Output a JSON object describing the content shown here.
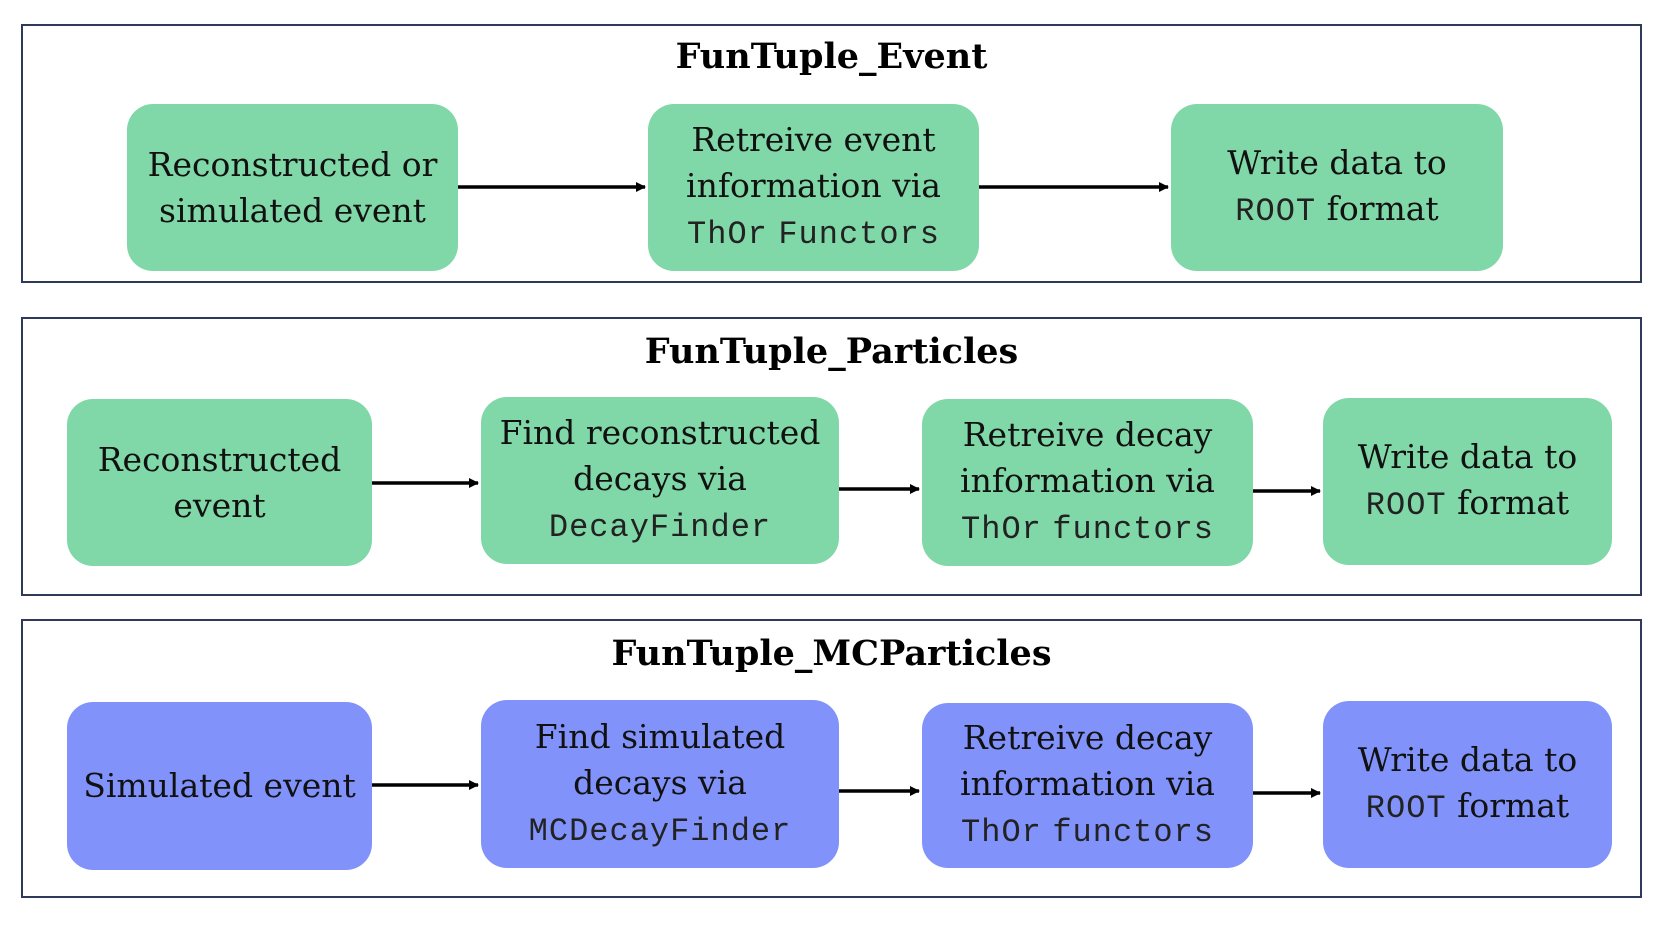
{
  "colors": {
    "green": "#80d7a7",
    "blue": "#8193fb",
    "border": "#2f3a5a",
    "arrow": "#000000"
  },
  "panels": [
    {
      "title": "FunTuple_Event",
      "boxes": [
        {
          "l1": "Reconstructed or",
          "l2": "simulated event",
          "m1": "",
          "m2": ""
        },
        {
          "l1": "Retreive event",
          "l2": "information via",
          "m1": "ThOr",
          "m2": "Functors"
        },
        {
          "l1": "Write data to",
          "l2": "format",
          "m1": "ROOT",
          "m2": ""
        }
      ]
    },
    {
      "title": "FunTuple_Particles",
      "boxes": [
        {
          "l1": "Reconstructed",
          "l2": "event",
          "m1": "",
          "m2": ""
        },
        {
          "l1": "Find reconstructed",
          "l2": "decays via",
          "m1": "DecayFinder",
          "m2": ""
        },
        {
          "l1": "Retreive decay",
          "l2": "information via",
          "m1": "ThOr",
          "m2": "functors"
        },
        {
          "l1": "Write data to",
          "l2": "format",
          "m1": "ROOT",
          "m2": ""
        }
      ]
    },
    {
      "title": "FunTuple_MCParticles",
      "boxes": [
        {
          "l1": "Simulated event",
          "l2": "",
          "m1": "",
          "m2": ""
        },
        {
          "l1": "Find simulated",
          "l2": "decays via",
          "m1": "MCDecayFinder",
          "m2": ""
        },
        {
          "l1": "Retreive decay",
          "l2": "information via",
          "m1": "ThOr",
          "m2": "functors"
        },
        {
          "l1": "Write data to",
          "l2": "format",
          "m1": "ROOT",
          "m2": ""
        }
      ]
    }
  ]
}
